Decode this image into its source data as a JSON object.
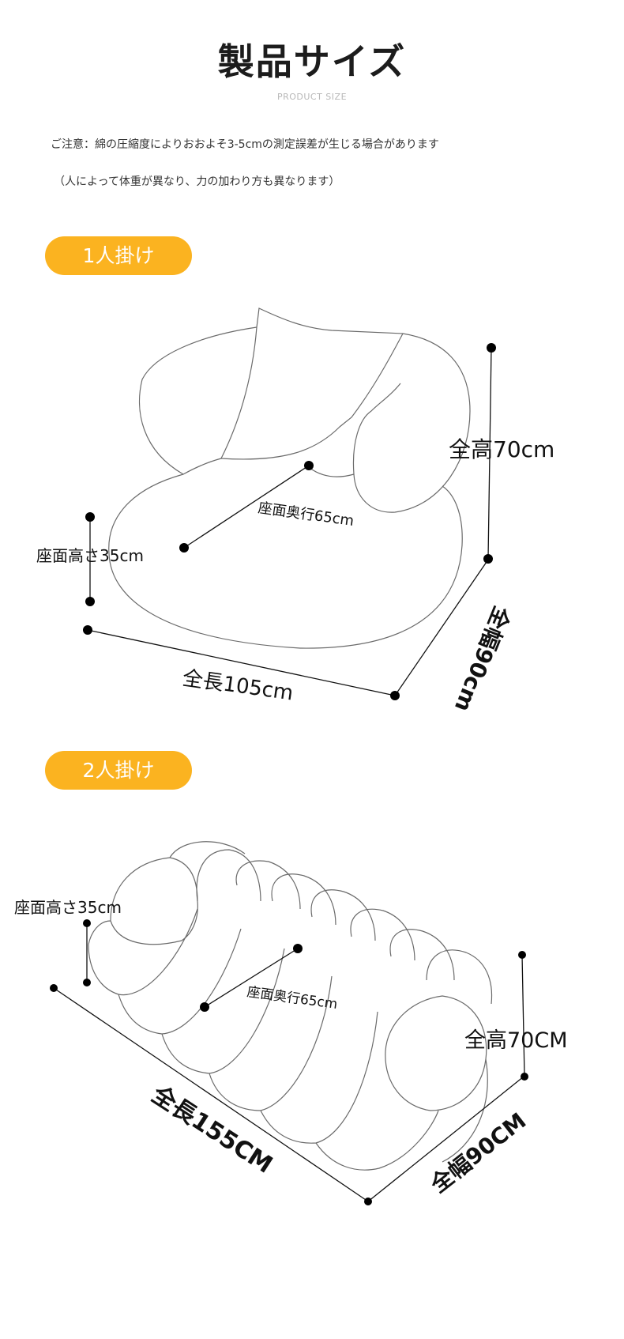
{
  "header": {
    "title": "製品サイズ",
    "subtitle": "PRODUCT SIZE"
  },
  "notes": [
    "ご注意：綿の圧縮度によりおおよそ3-5cmの測定誤差が生じる場合があります",
    "（人によって体重が異なり、力の加わり方も異なります）"
  ],
  "sections": [
    {
      "label": "1人掛け",
      "dimensions": {
        "height": "全高70cm",
        "seat_depth": "座面奥行65cm",
        "seat_height": "座面高さ35cm",
        "length": "全長105cm",
        "width": "全幅90cm"
      }
    },
    {
      "label": "2人掛け",
      "dimensions": {
        "seat_height": "座面高さ35cm",
        "seat_depth": "座面奥行65cm",
        "height": "全高70CM",
        "length": "全長155CM",
        "width": "全幅90CM"
      }
    }
  ]
}
